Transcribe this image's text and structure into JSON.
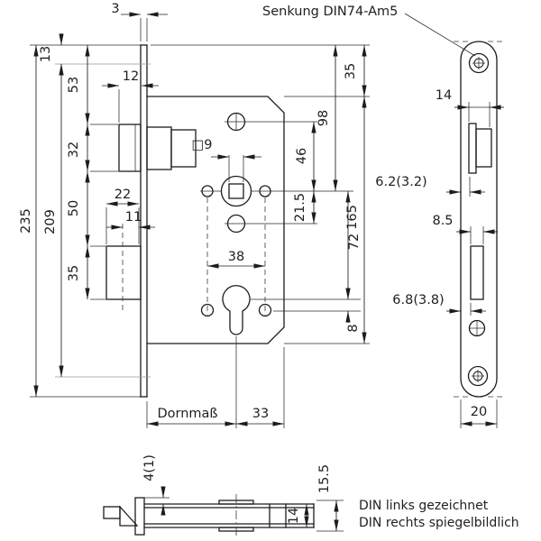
{
  "colors": {
    "line": "#1c1c1c",
    "guide": "#979797",
    "background": "#ffffff"
  },
  "drawing": {
    "callout": "Senkung DIN74-Am5",
    "note_line1": "DIN links gezeichnet",
    "note_line2": "DIN rechts spiegelbildlich",
    "backset_label": "Dornmaß"
  },
  "main_view": {
    "faceplate_thickness": "3",
    "top_to_screw": "13",
    "screw_to_latch": "53",
    "latch_height": "32",
    "latch_to_bolt": "50",
    "bolt_height": "35",
    "total_length": "235",
    "screw_distance": "209",
    "latch_protrusion": "12",
    "bolt_width": "22",
    "bolt_half_width": "11",
    "follower_square": "□9",
    "cylinder_hole_spacing": "38",
    "hole_to_follower": "46",
    "follower_to_hole": "21.5",
    "top_to_follower": "98",
    "follower_to_cylinder": "72",
    "case_height": "165",
    "top_to_case": "35",
    "cylinder_hole_offset": "8",
    "cylinder_to_edge": "33"
  },
  "front_view": {
    "latch_opening_width": "14",
    "latch_offset": "6.2(3.2)",
    "bolt_opening_width": "8.5",
    "bolt_offset": "6.8(3.8)",
    "faceplate_width": "20"
  },
  "bottom_view": {
    "faceplate_overhang": "4(1)",
    "overall_depth": "15.5",
    "case_depth": "14"
  }
}
